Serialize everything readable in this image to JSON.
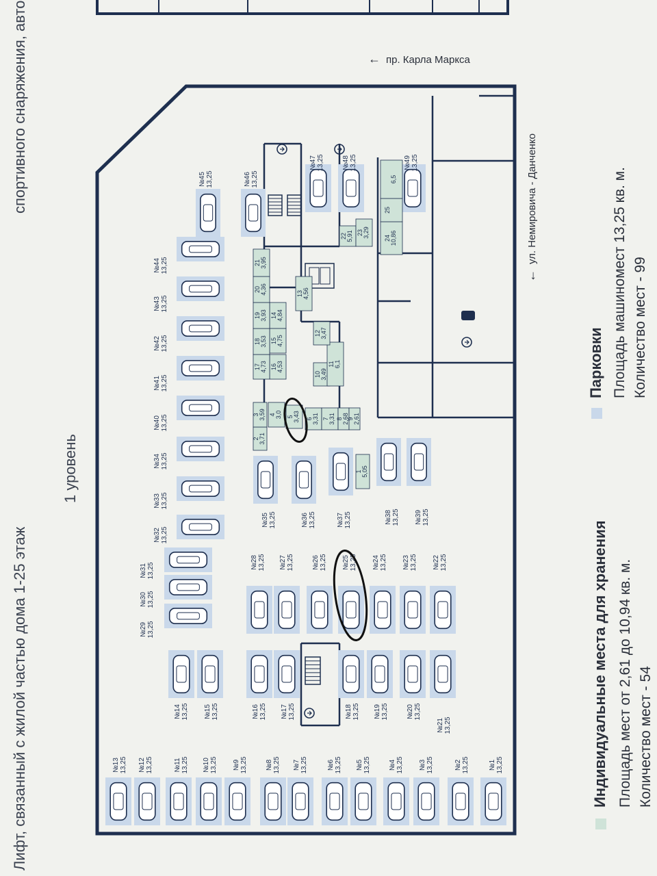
{
  "header": {
    "lift_note": "Лифт, связанный с жилой частью дома 1-25 этаж",
    "storage_note": "спортивного снаряжения, автошин и сезонн",
    "level_title": "1 уровень"
  },
  "streets": {
    "karl_marx": "пр. Карла Маркса",
    "nemirovich": "ул. Немировича - Данченко"
  },
  "legend": {
    "storage": {
      "title": "Индивидуальные места для хранения",
      "area": "Площадь мест от 2,61 до 10,94 кв. м.",
      "count": "Количество мест - 54",
      "color": "#cfe3d8"
    },
    "parking": {
      "title": "Парковки",
      "area": "Площадь машиномест 13,25 кв. м.",
      "count": "Количество мест - 99",
      "color": "#c9d8ea"
    }
  },
  "colors": {
    "wall": "#1e2f4f",
    "parking_fill": "#c9d8ea",
    "storage_fill": "#cfe3d8",
    "background": "#f1f2ee",
    "highlight_ink": "#111111"
  },
  "parking_spots": [
    {
      "label": "№1",
      "area": "13,25"
    },
    {
      "label": "№2",
      "area": "13,25"
    },
    {
      "label": "№3",
      "area": "13,25"
    },
    {
      "label": "№4",
      "area": "13,25"
    },
    {
      "label": "№5",
      "area": "13,25"
    },
    {
      "label": "№6",
      "area": "13,25"
    },
    {
      "label": "№7",
      "area": "13,25"
    },
    {
      "label": "№8",
      "area": "13,25"
    },
    {
      "label": "№9",
      "area": "13,25"
    },
    {
      "label": "№10",
      "area": "13,25"
    },
    {
      "label": "№11",
      "area": "13,25"
    },
    {
      "label": "№12",
      "area": "13,25"
    },
    {
      "label": "№13",
      "area": "13,25"
    },
    {
      "label": "№14",
      "area": "13,25"
    },
    {
      "label": "№15",
      "area": "13,25"
    },
    {
      "label": "№16",
      "area": "13,25"
    },
    {
      "label": "№17",
      "area": "13,25"
    },
    {
      "label": "№18",
      "area": "13,25"
    },
    {
      "label": "№19",
      "area": "13,25"
    },
    {
      "label": "№20",
      "area": "13,25"
    },
    {
      "label": "№21",
      "area": "13,25"
    },
    {
      "label": "№22",
      "area": "13,25"
    },
    {
      "label": "№23",
      "area": "13,25"
    },
    {
      "label": "№24",
      "area": "13,25"
    },
    {
      "label": "№25",
      "area": "13,25",
      "highlighted": true
    },
    {
      "label": "№26",
      "area": "13,25"
    },
    {
      "label": "№27",
      "area": "13,25"
    },
    {
      "label": "№28",
      "area": "13,25"
    },
    {
      "label": "№29",
      "area": "13,25"
    },
    {
      "label": "№30",
      "area": "13,25"
    },
    {
      "label": "№31",
      "area": "13,25"
    },
    {
      "label": "№32",
      "area": "13,25"
    },
    {
      "label": "№33",
      "area": "13,25"
    },
    {
      "label": "№34",
      "area": "13,25"
    },
    {
      "label": "№35",
      "area": "13,25"
    },
    {
      "label": "№36",
      "area": "13,25"
    },
    {
      "label": "№37",
      "area": "13,25"
    },
    {
      "label": "№38",
      "area": "13,25"
    },
    {
      "label": "№39",
      "area": "13,25"
    },
    {
      "label": "№40",
      "area": "13,25"
    },
    {
      "label": "№41",
      "area": "13,25"
    },
    {
      "label": "№42",
      "area": "13,25"
    },
    {
      "label": "№43",
      "area": "13,25"
    },
    {
      "label": "№44",
      "area": "13,25"
    },
    {
      "label": "№45",
      "area": "13,25"
    },
    {
      "label": "№46",
      "area": "13,25"
    },
    {
      "label": "№47",
      "area": "13,25"
    },
    {
      "label": "№48",
      "area": "13,25"
    },
    {
      "label": "№49",
      "area": "13,25"
    }
  ],
  "storage_units": [
    {
      "num": "1",
      "area": "5,05"
    },
    {
      "num": "2",
      "area": "3,71"
    },
    {
      "num": "3",
      "area": "3,59"
    },
    {
      "num": "4",
      "area": "3,0"
    },
    {
      "num": "5",
      "area": "3,43",
      "highlighted": true
    },
    {
      "num": "6",
      "area": "3,31"
    },
    {
      "num": "7",
      "area": "3,31"
    },
    {
      "num": "8",
      "area": "2,68"
    },
    {
      "num": "9",
      "area": "2,61"
    },
    {
      "num": "10",
      "area": "3,49"
    },
    {
      "num": "11",
      "area": "6,1"
    },
    {
      "num": "12",
      "area": "3,47"
    },
    {
      "num": "13",
      "area": "4,56"
    },
    {
      "num": "14",
      "area": "4,84"
    },
    {
      "num": "15",
      "area": "4,75"
    },
    {
      "num": "16",
      "area": "4,53"
    },
    {
      "num": "17",
      "area": "4,73"
    },
    {
      "num": "18",
      "area": "3,53"
    },
    {
      "num": "19",
      "area": "3,93"
    },
    {
      "num": "20",
      "area": "4,36"
    },
    {
      "num": "21",
      "area": "3,95"
    },
    {
      "num": "22",
      "area": "5,91"
    },
    {
      "num": "23",
      "area": "3,29"
    },
    {
      "num": "24",
      "area": "10,86"
    },
    {
      "num": "25",
      "area": ""
    },
    {
      "num": "",
      "area": "6,5"
    }
  ]
}
